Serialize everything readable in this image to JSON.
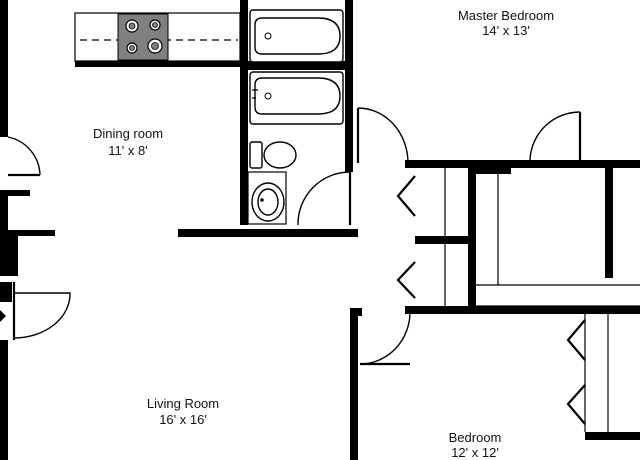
{
  "rooms": {
    "master_bedroom": {
      "name": "Master Bedroom",
      "size": "14' x 13'"
    },
    "dining_room": {
      "name": "Dining room",
      "size": "11' x 8'"
    },
    "living_room": {
      "name": "Living Room",
      "size": "16' x 16'"
    },
    "bedroom": {
      "name": "Bedroom",
      "size": "12' x 12'"
    }
  },
  "colors": {
    "wall": "#000000",
    "background": "#ffffff",
    "cooktop": "#808080"
  }
}
